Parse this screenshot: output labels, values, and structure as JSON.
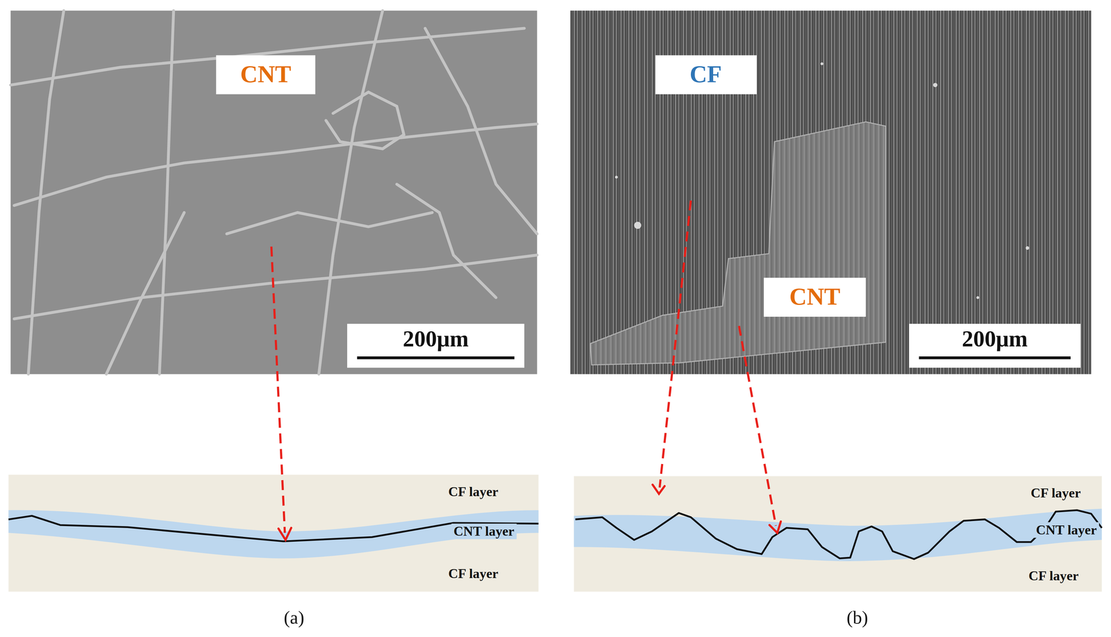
{
  "diagram": {
    "nodes": [
      {
        "text": [
          "CNT"
        ]
      },
      {
        "text": [
          "200μm"
        ]
      },
      {
        "text": [
          "CF"
        ]
      },
      {
        "text": [
          "CNT"
        ]
      },
      {
        "text": [
          "200μm"
        ]
      }
    ],
    "labels": [
      "CF layer",
      "CNT layer",
      "CF layer",
      "(a)",
      "CF layer",
      "CNT layer",
      "CF layer",
      "(b)"
    ]
  }
}
